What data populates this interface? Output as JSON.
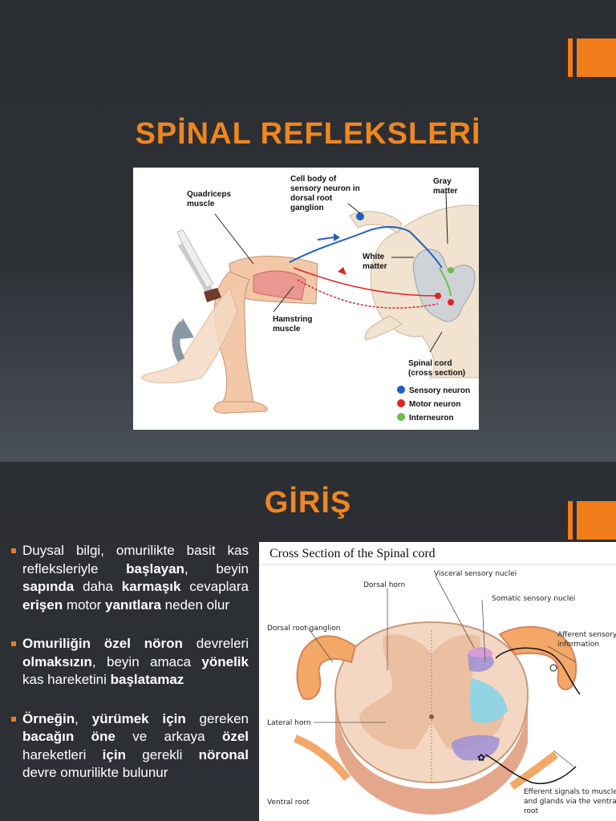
{
  "slide1": {
    "title": "SPİNAL REFLEKSLERİ",
    "figure": {
      "labels": {
        "quadriceps": [
          "Quadriceps",
          "muscle"
        ],
        "cell_body": [
          "Cell body of",
          "sensory neuron in",
          "dorsal root",
          "ganglion"
        ],
        "gray_matter": [
          "Gray",
          "matter"
        ],
        "white_matter": [
          "White",
          "matter"
        ],
        "hamstring": [
          "Hamstring",
          "muscle"
        ],
        "spinal_cord": [
          "Spinal cord",
          "(cross section)"
        ]
      },
      "legend": [
        {
          "label": "Sensory neuron",
          "color": "#1f5fbf"
        },
        {
          "label": "Motor neuron",
          "color": "#e02424"
        },
        {
          "label": "Interneuron",
          "color": "#6cc04a"
        }
      ]
    }
  },
  "slide2": {
    "title": "GİRİŞ",
    "bullets": [
      {
        "parts": [
          [
            "Duysal bilgi, omurilikte basit kas refleksleriyle ",
            false
          ],
          [
            "başlayan",
            true
          ],
          [
            ", beyin ",
            false
          ],
          [
            "sapında",
            true
          ],
          [
            " daha ",
            false
          ],
          [
            "karmaşık",
            true
          ],
          [
            " cevaplara ",
            false
          ],
          [
            "erişen",
            true
          ],
          [
            " motor ",
            false
          ],
          [
            "yanıtlara",
            true
          ],
          [
            " neden olur",
            false
          ]
        ]
      },
      {
        "parts": [
          [
            "Omuriliğin özel nöron",
            true
          ],
          [
            " devreleri ",
            false
          ],
          [
            "olmaksızın",
            true
          ],
          [
            ", beyin amaca ",
            false
          ],
          [
            "yönelik",
            true
          ],
          [
            " kas hareketini ",
            false
          ],
          [
            "başlatamaz",
            true
          ]
        ]
      },
      {
        "parts": [
          [
            "Örneğin",
            true
          ],
          [
            ", ",
            false
          ],
          [
            "yürümek için",
            true
          ],
          [
            " gereken ",
            false
          ],
          [
            "bacağın öne",
            true
          ],
          [
            " ve arkaya ",
            false
          ],
          [
            "özel",
            true
          ],
          [
            " hareketleri ",
            false
          ],
          [
            "için",
            true
          ],
          [
            " gerekli ",
            false
          ],
          [
            "nöronal",
            true
          ],
          [
            " devre omurilikte bulunur",
            false
          ]
        ]
      }
    ],
    "figure": {
      "title": "Cross Section of the Spinal cord",
      "labels": {
        "dorsal_horn": "Dorsal horn",
        "visceral": "Visceral sensory nuclei",
        "somatic": "Somatic sensory nuclei",
        "dorsal_root_ganglion": "Dorsal root ganglion",
        "afferent": [
          "Afferent sensory",
          "information"
        ],
        "lateral_horn": "Lateral horn",
        "ventral_root": "Ventral root",
        "efferent": [
          "Efferent signals to muscles",
          "and glands via the ventral",
          "root"
        ]
      }
    }
  }
}
